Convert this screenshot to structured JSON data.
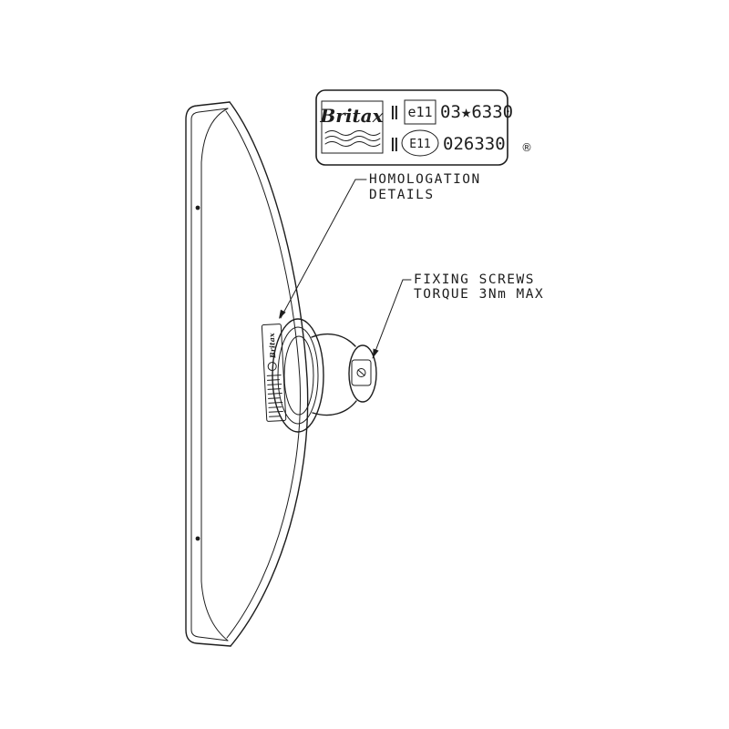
{
  "colors": {
    "line": "#1d1d1d",
    "background": "#ffffff"
  },
  "homologation_plate": {
    "brand": "Britax",
    "rows": [
      {
        "class_mark": "Ⅱ",
        "approval_box": "e11",
        "code": "03★6330"
      },
      {
        "class_mark": "Ⅱ",
        "approval_box": "E11",
        "code": "026330"
      }
    ],
    "registered_mark": "®"
  },
  "callouts": {
    "homologation": {
      "line1": "HOMOLOGATION",
      "line2": "DETAILS"
    },
    "fixing": {
      "line1": "FIXING SCREWS",
      "line2": "TORQUE 3Nm MAX"
    }
  },
  "back_label": {
    "brand": "Britax"
  }
}
